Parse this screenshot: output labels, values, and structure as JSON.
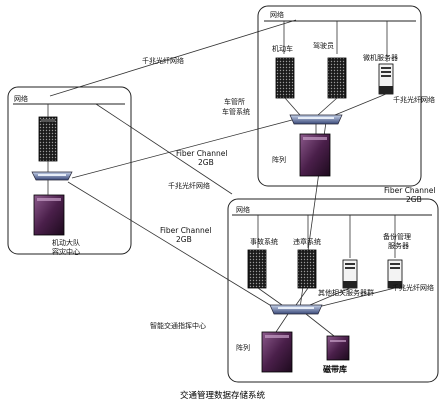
{
  "caption": "交通管理数据存储系统",
  "sites": {
    "left": {
      "network_label": "网络",
      "name_line1": "机动大队",
      "name_line2": "容灾中心"
    },
    "top": {
      "network_label": "网络",
      "servers": [
        "机动车",
        "驾驶员",
        "微机服务器"
      ],
      "center_line1": "车管所",
      "center_line2": "车管系统",
      "array_label": "阵列",
      "fiber_label": "千兆光纤网络"
    },
    "bottom": {
      "network_label": "网络",
      "servers": [
        "事故系统",
        "违章系统"
      ],
      "backup_line1": "备份管理",
      "backup_line2": "服务器",
      "other_servers": "其他相关服务器群",
      "center_name": "智能交通指挥中心",
      "array_label": "阵列",
      "tape_label": "磁带库",
      "fiber_label": "千兆光纤网络"
    }
  },
  "links": {
    "fiber_top_left": "千兆光纤网络",
    "fc_top_line1": "Fiber Channel",
    "fc_top_line2": "2GB",
    "fiber_mid": "千兆光纤网络",
    "fc_bottom_line1": "Fiber Channel",
    "fc_bottom_line2": "2GB",
    "fc_right_line1": "Fiber Channel",
    "fc_right_line2": "2GB"
  }
}
